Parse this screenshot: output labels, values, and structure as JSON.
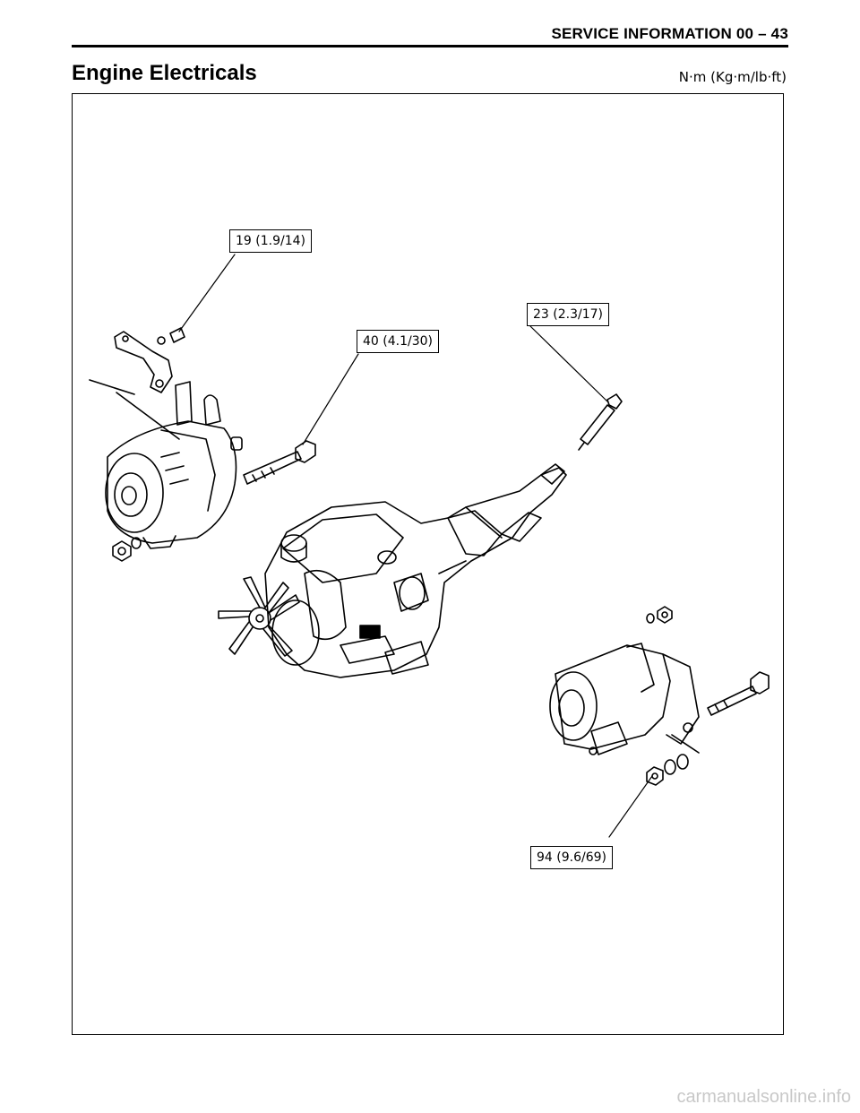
{
  "header": {
    "title": "SERVICE INFORMATION 00 – 43"
  },
  "section": {
    "title": "Engine Electricals",
    "units": "N·m (Kg·m/lb·ft)"
  },
  "torque_labels": {
    "alternator_bracket_bolt": "19 (1.9/14)",
    "alternator_bolt": "40 (4.1/30)",
    "glow_plug": "23 (2.3/17)",
    "starter_nut": "94 (9.6/69)"
  },
  "watermark": "carmanualsonline.info"
}
